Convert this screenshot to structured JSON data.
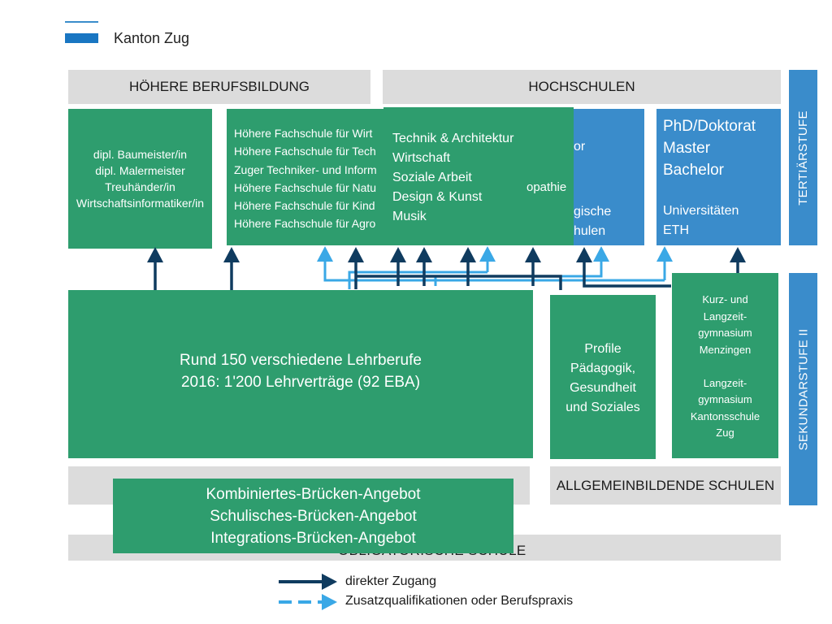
{
  "header": {
    "logo_text": "Kanton Zug"
  },
  "headers": {
    "hoehere_berufsbildung": "HÖHERE BERUFSBILDUNG",
    "hochschulen": "HOCHSCHULEN",
    "allgemeinbildende_schulen": "ALLGEMEINBILDENDE SCHULEN",
    "obligatorische_schule_partial": "OBLIGATORISCHE SCHULE"
  },
  "side_labels": {
    "tertiaer": "TERTIÄRSTUFE",
    "sekundar": "SEKUNDARSTUFE II"
  },
  "boxes": {
    "pruefungen": [
      "dipl. Baumeister/in",
      "dipl. Malermeister",
      "Treuhänder/in",
      "Wirtschaftsinformatiker/in"
    ],
    "hoehere_fachschulen": [
      "Höhere Fachschule für Wirt",
      "Höhere Fachschule für Tech",
      "Zuger Techniker- und Inform",
      "Höhere Fachschule für Natu",
      "Höhere Fachschule für Kind",
      "Höhere Fachschule für Agro"
    ],
    "fachhochschule": [
      "Technik & Architektur",
      "Wirtschaft",
      "Soziale Arbeit",
      "Design & Kunst",
      "Musik"
    ],
    "fachhochschule_overflow": "opathie",
    "ph_partial": [
      "or",
      "gische",
      "hulen"
    ],
    "universitaet": {
      "degrees": [
        "PhD/Doktorat",
        "Master",
        "Bachelor"
      ],
      "institutions": [
        "Universitäten",
        "ETH"
      ]
    },
    "lehre": [
      "Rund 150 verschiedene Lehrberufe",
      "2016: 1'200 Lehrverträge (92 EBA)"
    ],
    "fms": [
      "Profile",
      "Pädagogik,",
      "Gesundheit",
      "und Soziales"
    ],
    "gymnasium": [
      "Kurz- und",
      "Langzeit-",
      "gymnasium",
      "Menzingen",
      "",
      "Langzeit-",
      "gymnasium",
      "Kantonsschule",
      "Zug"
    ],
    "bruecken": [
      "Kombiniertes-Brücken-Angebot",
      "Schulisches-Brücken-Angebot",
      "Integrations-Brücken-Angebot"
    ]
  },
  "legend": {
    "direct": "direkter Zugang",
    "additional": "Zusatzqualifikationen oder Berufspraxis"
  },
  "colors": {
    "green": "#2e9d6e",
    "blue": "#3a8ccb",
    "gray": "#dcdcdc",
    "dark_arrow": "#0f3b5f",
    "light_arrow": "#3aa8e6"
  }
}
